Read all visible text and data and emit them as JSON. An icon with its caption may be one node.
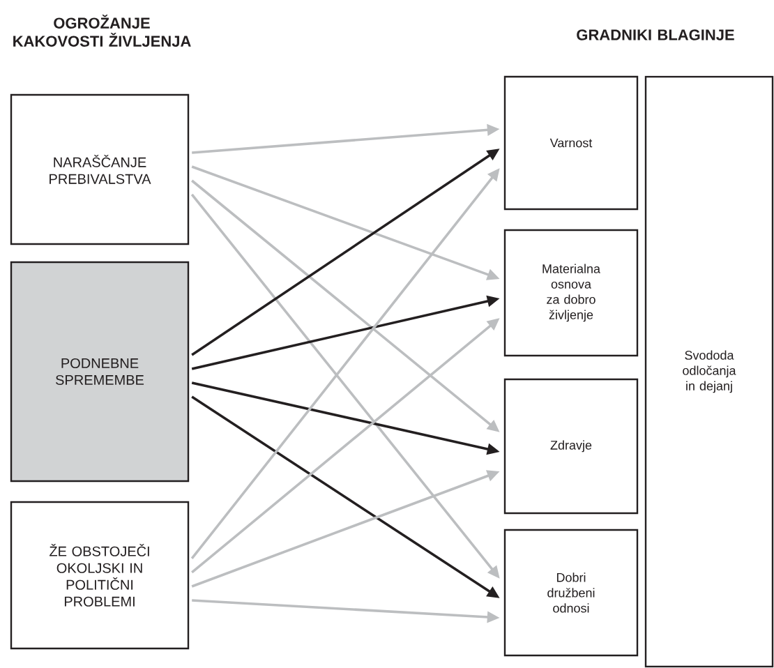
{
  "diagram": {
    "nodes": [
      {
        "text": [
          "NARAŠČANJE PREBIVALSTVA"
        ]
      },
      {
        "text": [
          "PODNEBNE SPREMEMBE"
        ]
      },
      {
        "text": [
          "ŽE OBSTOJEČI OKOLJSKI IN POLITIČNI PROBLEMI"
        ]
      },
      {
        "text": [
          "Varnost"
        ]
      },
      {
        "text": [
          "Materialna osnova za dobro življenje"
        ]
      },
      {
        "text": [
          "Zdravje"
        ]
      },
      {
        "text": [
          "Dobri družbeni odnosi"
        ]
      },
      {
        "text": [
          "Svododa odločanja in dejanj"
        ]
      }
    ],
    "edges": [
      {
        "from": 0,
        "to": 3,
        "arrow": "to"
      },
      {
        "from": 0,
        "to": 4,
        "arrow": "to"
      },
      {
        "from": 0,
        "to": 5,
        "arrow": "to"
      },
      {
        "from": 0,
        "to": 6,
        "arrow": "to"
      },
      {
        "from": 1,
        "to": 3,
        "arrow": "to",
        "color": "#231f20"
      },
      {
        "from": 1,
        "to": 4,
        "arrow": "to",
        "color": "#231f20"
      },
      {
        "from": 1,
        "to": 5,
        "arrow": "to",
        "color": "#231f20"
      },
      {
        "from": 1,
        "to": 6,
        "arrow": "to",
        "color": "#231f20"
      },
      {
        "from": 2,
        "to": 3,
        "arrow": "to"
      },
      {
        "from": 2,
        "to": 4,
        "arrow": "to"
      },
      {
        "from": 2,
        "to": 5,
        "arrow": "to"
      },
      {
        "from": 2,
        "to": 6,
        "arrow": "to"
      }
    ],
    "labels": [
      "OGROŽANJE KAKOVOSTI ŽIVLJENJA",
      "GRADNIKI BLAGINJE"
    ]
  }
}
